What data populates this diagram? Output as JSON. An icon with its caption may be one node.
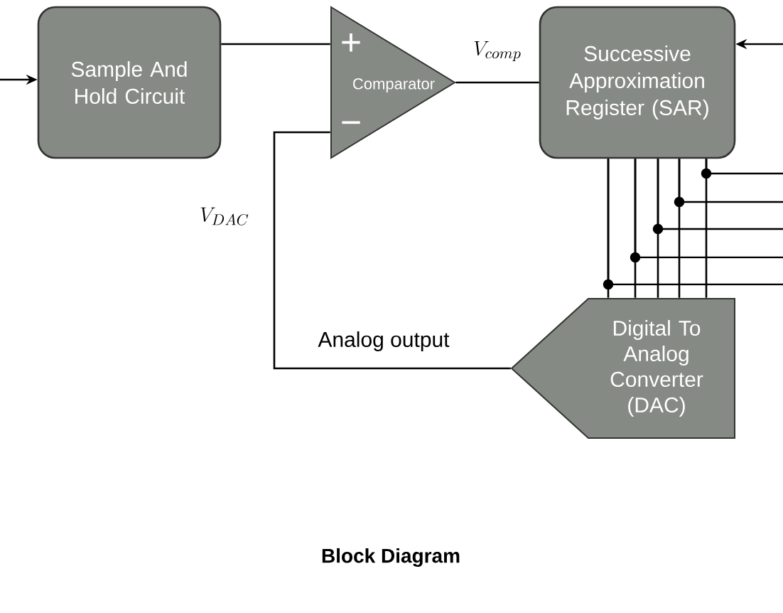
{
  "diagram": {
    "caption": "Block Diagram",
    "nodes": [
      {
        "text": [
          "Sample And Hold Circuit"
        ]
      },
      {
        "text": [
          "+",
          "Comparator",
          "−"
        ]
      },
      {
        "text": [
          "Successive Approximation Register (SAR)"
        ]
      },
      {
        "text": [
          "Digital To Analog Converter (DAC)"
        ]
      }
    ],
    "edges": [
      {
        "from": null,
        "to": 0,
        "arrow": "to"
      },
      {
        "from": 0,
        "to": 1,
        "arrow": "none"
      },
      {
        "from": 1,
        "to": 2,
        "arrow": "none",
        "label": "V_{comp}"
      },
      {
        "from": null,
        "to": 2,
        "arrow": "to"
      },
      {
        "from": 3,
        "to": 1,
        "arrow": "none",
        "label": "Analog output"
      },
      {
        "from": 2,
        "to": 3,
        "arrow": "none"
      },
      {
        "from": 2,
        "to": 3,
        "arrow": "none"
      },
      {
        "from": 2,
        "to": 3,
        "arrow": "none"
      },
      {
        "from": 2,
        "to": 3,
        "arrow": "none"
      },
      {
        "from": 2,
        "to": 3,
        "arrow": "none"
      },
      {
        "from": 2,
        "to": null,
        "arrow": "none"
      },
      {
        "from": 2,
        "to": null,
        "arrow": "none"
      },
      {
        "from": 2,
        "to": null,
        "arrow": "none"
      },
      {
        "from": 2,
        "to": null,
        "arrow": "none"
      },
      {
        "from": 2,
        "to": null,
        "arrow": "none"
      }
    ],
    "labels": [
      "V_{DAC}"
    ]
  }
}
